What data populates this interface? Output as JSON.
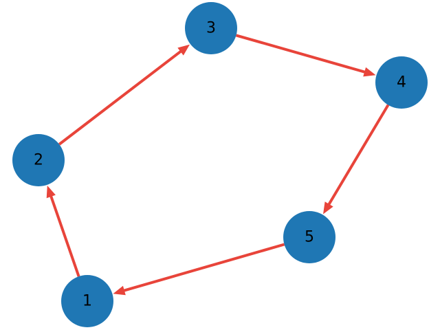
{
  "graph": {
    "directed": true,
    "colors": {
      "node_fill": "#1f77b4",
      "edge_color": "#e8443a",
      "label_color": "#000000",
      "background": "#ffffff"
    },
    "nodes": [
      {
        "id": "1",
        "label": "1"
      },
      {
        "id": "2",
        "label": "2"
      },
      {
        "id": "3",
        "label": "3"
      },
      {
        "id": "4",
        "label": "4"
      },
      {
        "id": "5",
        "label": "5"
      }
    ],
    "edges": [
      {
        "from": "1",
        "to": "2"
      },
      {
        "from": "2",
        "to": "3"
      },
      {
        "from": "3",
        "to": "4"
      },
      {
        "from": "4",
        "to": "5"
      },
      {
        "from": "5",
        "to": "1"
      }
    ]
  }
}
